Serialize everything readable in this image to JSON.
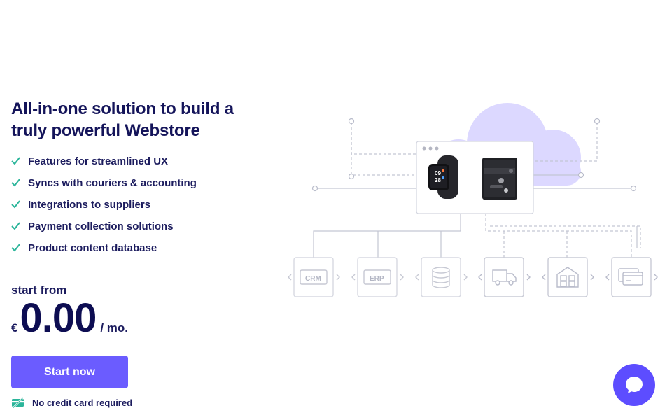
{
  "hero": {
    "title_line1": "All-in-one solution to build a",
    "title_line2": "truly powerful Webstore",
    "features": [
      "Features for streamlined UX",
      "Syncs with couriers & accounting",
      "Integrations to suppliers",
      "Payment collection solutions",
      "Product content database"
    ]
  },
  "pricing": {
    "start_from": "start from",
    "currency": "€",
    "amount": "0.00",
    "period": "/ mo."
  },
  "cta": {
    "label": "Start now"
  },
  "note": {
    "text": "No credit card required"
  },
  "illustration": {
    "crm_label": "CRM",
    "erp_label": "ERP",
    "watch_time": "09 28"
  },
  "icons": {
    "check": "check-icon",
    "card": "credit-card-icon",
    "chat": "chat-bubble-icon"
  },
  "colors": {
    "heading": "#14145a",
    "accent": "#6b5cff",
    "check": "#2bb59a",
    "cloud": "#dcd8ff",
    "line": "#b9bccb",
    "chat": "#5d4dff"
  }
}
